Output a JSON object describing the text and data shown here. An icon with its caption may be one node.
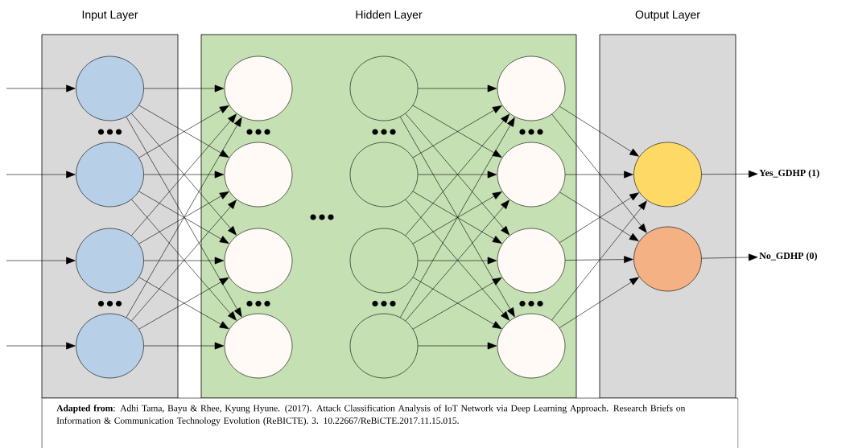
{
  "diagram": {
    "caption": "**Adapted from**: Adhi Tama, Bayu & Rhee, Kyung Hyune. (2017). Attack Classification Analysis of IoT Network via Deep Learning Approach. Research Briefs on Information & Communication Technology Evolution (ReBICTE). 3. 10.22667/ReBiCTE.2017.11.15.015.",
    "nodes": [
      {
        "text": [
          "Input Layer"
        ]
      },
      {
        "text": [
          "Hidden Layer"
        ]
      },
      {
        "text": [
          "Output Layer"
        ]
      },
      {
        "text": [],
        "shape": "circle",
        "in": 0
      },
      {
        "text": [],
        "shape": "circle",
        "in": 0
      },
      {
        "text": [],
        "shape": "circle",
        "in": 0
      },
      {
        "text": [],
        "shape": "circle",
        "in": 0
      },
      {
        "text": [],
        "shape": "circle",
        "in": 1
      },
      {
        "text": [],
        "shape": "circle",
        "in": 1
      },
      {
        "text": [],
        "shape": "circle",
        "in": 1
      },
      {
        "text": [],
        "shape": "circle",
        "in": 1
      },
      {
        "text": [],
        "shape": "circle",
        "in": 1
      },
      {
        "text": [],
        "shape": "circle",
        "in": 1
      },
      {
        "text": [],
        "shape": "circle",
        "in": 1
      },
      {
        "text": [],
        "shape": "circle",
        "in": 1
      },
      {
        "text": [],
        "shape": "circle",
        "in": 1
      },
      {
        "text": [],
        "shape": "circle",
        "in": 1
      },
      {
        "text": [],
        "shape": "circle",
        "in": 1
      },
      {
        "text": [],
        "shape": "circle",
        "in": 1
      },
      {
        "text": [],
        "shape": "circle",
        "in": 2
      },
      {
        "text": [],
        "shape": "circle",
        "in": 2
      },
      {
        "text": [
          "Yes_GDHP (1)"
        ]
      },
      {
        "text": [
          "No_GDHP (0)"
        ]
      }
    ],
    "edges": [
      {
        "from": null,
        "to": 3,
        "arrow": "to"
      },
      {
        "from": null,
        "to": 4,
        "arrow": "to"
      },
      {
        "from": null,
        "to": 5,
        "arrow": "to"
      },
      {
        "from": null,
        "to": 6,
        "arrow": "to"
      },
      {
        "from": 3,
        "to": 7,
        "arrow": "to"
      },
      {
        "from": 3,
        "to": 8,
        "arrow": "to"
      },
      {
        "from": 3,
        "to": 9,
        "arrow": "to"
      },
      {
        "from": 3,
        "to": 10,
        "arrow": "to"
      },
      {
        "from": 4,
        "to": 7,
        "arrow": "to"
      },
      {
        "from": 4,
        "to": 8,
        "arrow": "to"
      },
      {
        "from": 4,
        "to": 9,
        "arrow": "to"
      },
      {
        "from": 4,
        "to": 10,
        "arrow": "to"
      },
      {
        "from": 5,
        "to": 7,
        "arrow": "to"
      },
      {
        "from": 5,
        "to": 8,
        "arrow": "to"
      },
      {
        "from": 5,
        "to": 9,
        "arrow": "to"
      },
      {
        "from": 5,
        "to": 10,
        "arrow": "to"
      },
      {
        "from": 6,
        "to": 7,
        "arrow": "to"
      },
      {
        "from": 6,
        "to": 8,
        "arrow": "to"
      },
      {
        "from": 6,
        "to": 9,
        "arrow": "to"
      },
      {
        "from": 6,
        "to": 10,
        "arrow": "to"
      },
      {
        "from": 11,
        "to": 15,
        "arrow": "to"
      },
      {
        "from": 11,
        "to": 16,
        "arrow": "to"
      },
      {
        "from": 11,
        "to": 17,
        "arrow": "to"
      },
      {
        "from": 11,
        "to": 18,
        "arrow": "to"
      },
      {
        "from": 12,
        "to": 15,
        "arrow": "to"
      },
      {
        "from": 12,
        "to": 16,
        "arrow": "to"
      },
      {
        "from": 12,
        "to": 17,
        "arrow": "to"
      },
      {
        "from": 12,
        "to": 18,
        "arrow": "to"
      },
      {
        "from": 13,
        "to": 15,
        "arrow": "to"
      },
      {
        "from": 13,
        "to": 16,
        "arrow": "to"
      },
      {
        "from": 13,
        "to": 17,
        "arrow": "to"
      },
      {
        "from": 13,
        "to": 18,
        "arrow": "to"
      },
      {
        "from": 14,
        "to": 15,
        "arrow": "to"
      },
      {
        "from": 14,
        "to": 16,
        "arrow": "to"
      },
      {
        "from": 14,
        "to": 17,
        "arrow": "to"
      },
      {
        "from": 14,
        "to": 18,
        "arrow": "to"
      },
      {
        "from": 15,
        "to": 19,
        "arrow": "to"
      },
      {
        "from": 15,
        "to": 20,
        "arrow": "to"
      },
      {
        "from": 16,
        "to": 19,
        "arrow": "to"
      },
      {
        "from": 16,
        "to": 20,
        "arrow": "to"
      },
      {
        "from": 17,
        "to": 19,
        "arrow": "to"
      },
      {
        "from": 17,
        "to": 20,
        "arrow": "to"
      },
      {
        "from": 18,
        "to": 19,
        "arrow": "to"
      },
      {
        "from": 18,
        "to": 20,
        "arrow": "to"
      },
      {
        "from": 19,
        "to": 21,
        "arrow": "to"
      },
      {
        "from": 20,
        "to": 22,
        "arrow": "to"
      }
    ]
  }
}
